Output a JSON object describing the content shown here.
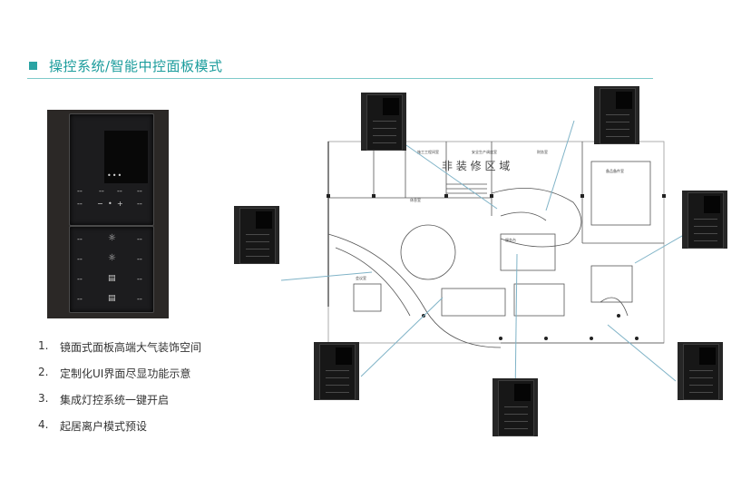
{
  "header": {
    "title": "操控系统/智能中控面板模式"
  },
  "features": [
    {
      "num": "1.",
      "text": "镜面式面板高端大气装饰空间"
    },
    {
      "num": "2.",
      "text": "定制化UI界面尽显功能示意"
    },
    {
      "num": "3.",
      "text": "集成灯控系统一键开启"
    },
    {
      "num": "4.",
      "text": "起居离户模式预设"
    }
  ],
  "floorplan": {
    "zone_label": "非 装 修 区 域",
    "room_labels": [
      "施工工程间室",
      "安全生产调度室",
      "财务室",
      "服务台",
      "休息室",
      "备品备件室",
      "会议室"
    ]
  },
  "colors": {
    "accent": "#1b9c9c",
    "rule": "#7fcaca",
    "callout": "#7fb3c7",
    "panel": "#1c1c1e"
  }
}
